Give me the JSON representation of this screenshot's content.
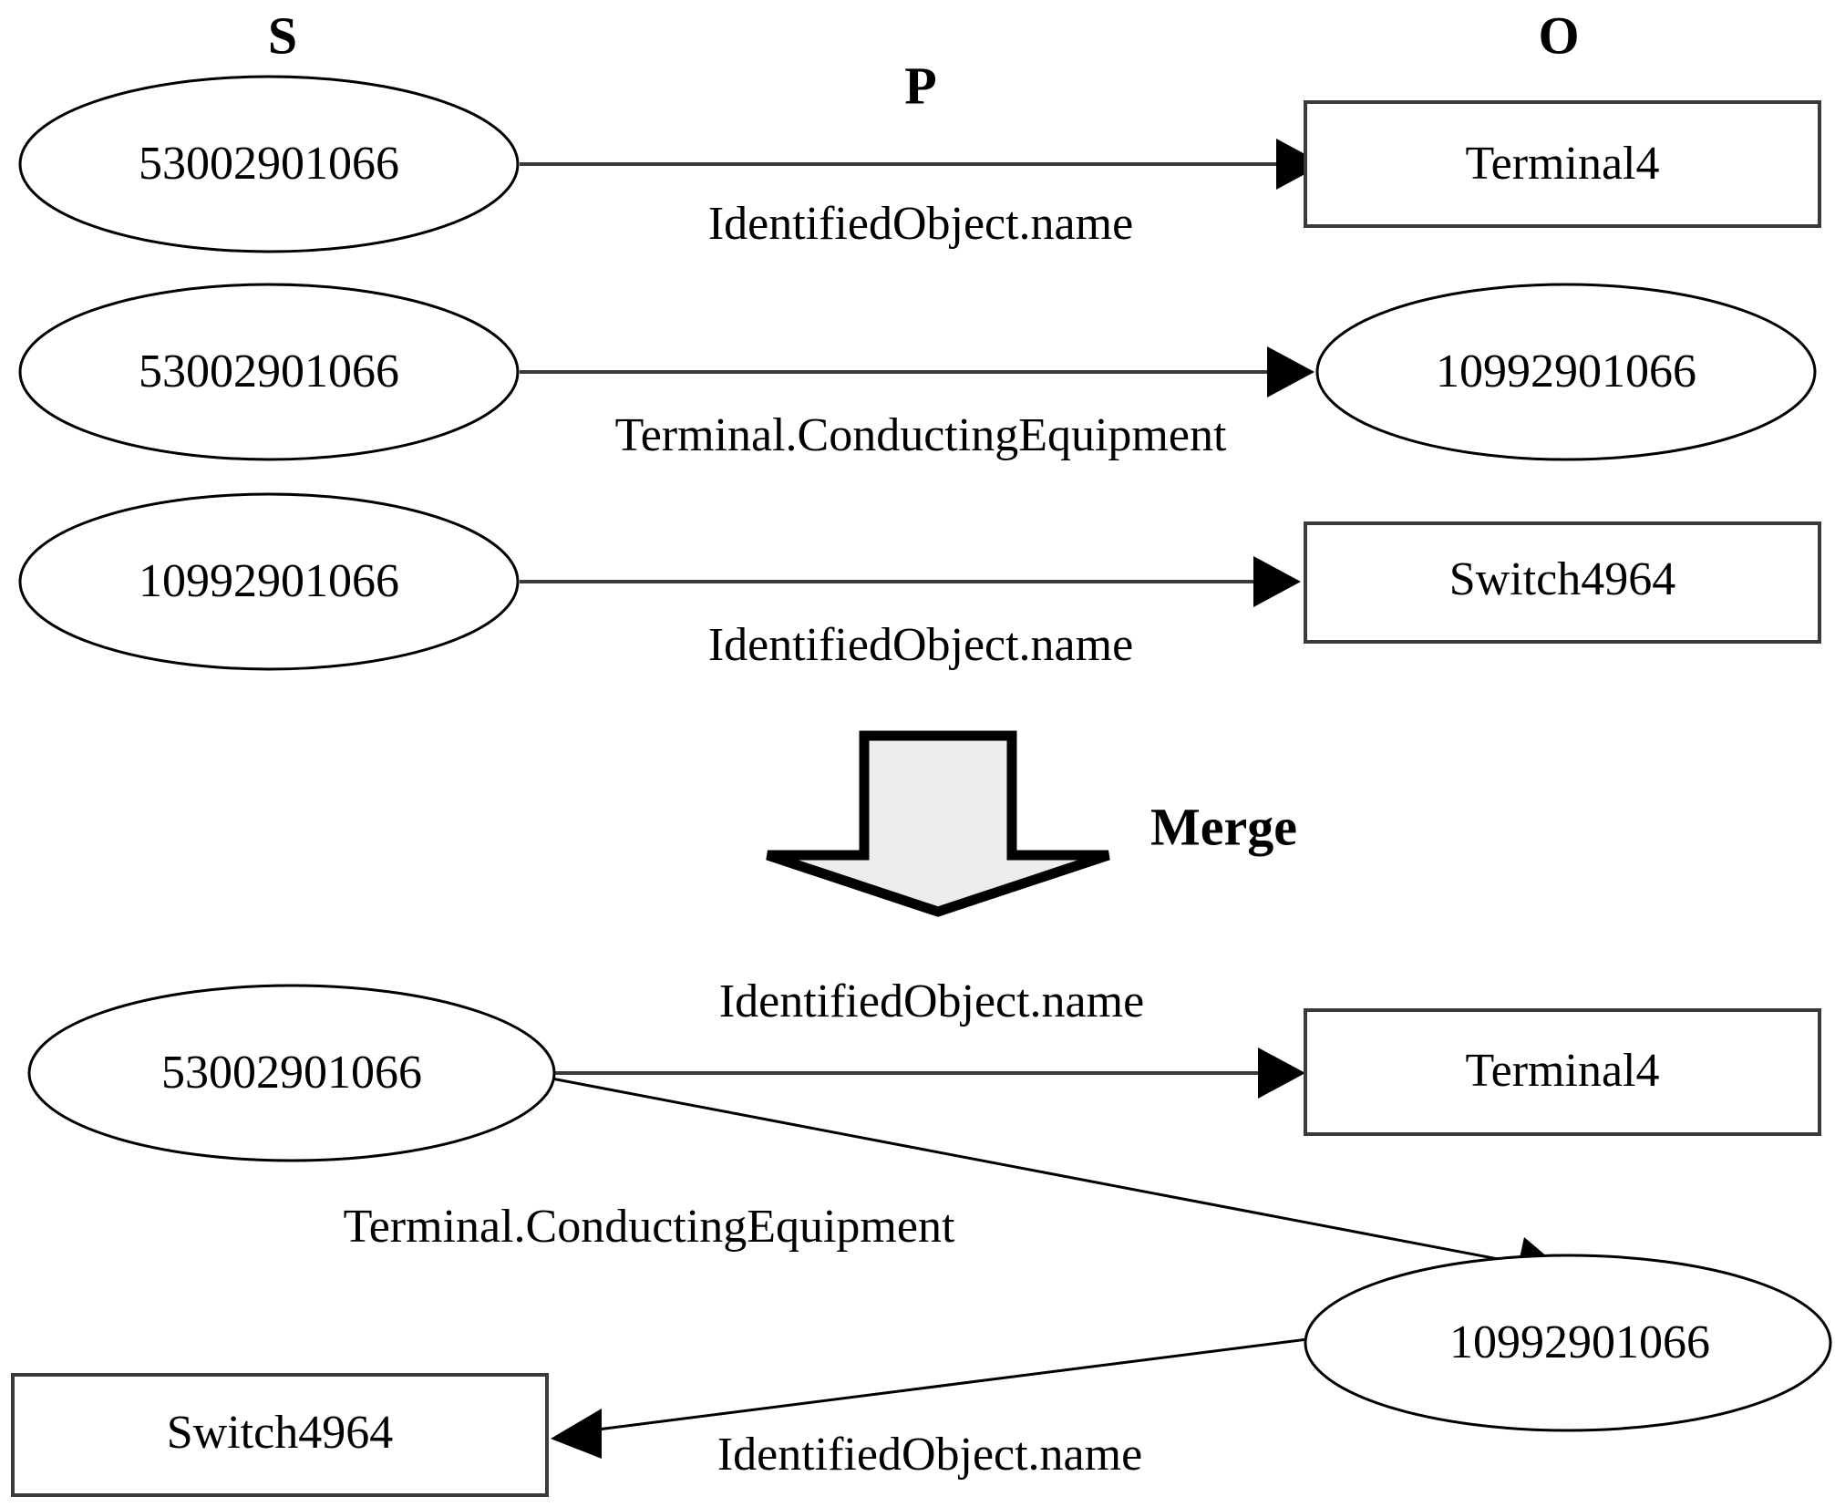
{
  "figure": {
    "type": "rdf-triple-merge-diagram",
    "background_color": "#ffffff",
    "line_color": "#3a3a3a",
    "merge_arrow_fill": "#ececec",
    "merge_arrow_stroke": "#000000"
  },
  "column_headers": {
    "subject": "S",
    "predicate": "P",
    "object": "O"
  },
  "merge": {
    "label": "Merge",
    "icon": "down-arrow-icon"
  },
  "top_section": {
    "triples": [
      {
        "subject": "53002901066",
        "subject_shape": "ellipse",
        "predicate": "IdentifiedObject.name",
        "object": "Terminal4",
        "object_shape": "rectangle"
      },
      {
        "subject": "53002901066",
        "subject_shape": "ellipse",
        "predicate": "Terminal.ConductingEquipment",
        "object": "10992901066",
        "object_shape": "ellipse"
      },
      {
        "subject": "10992901066",
        "subject_shape": "ellipse",
        "predicate": "IdentifiedObject.name",
        "object": "Switch4964",
        "object_shape": "rectangle"
      }
    ]
  },
  "bottom_section": {
    "nodes": [
      {
        "id": "n1",
        "label": "53002901066",
        "shape": "ellipse"
      },
      {
        "id": "n2",
        "label": "Terminal4",
        "shape": "rectangle"
      },
      {
        "id": "n3",
        "label": "10992901066",
        "shape": "ellipse"
      },
      {
        "id": "n4",
        "label": "Switch4964",
        "shape": "rectangle"
      }
    ],
    "edges": [
      {
        "from": "n1",
        "to": "n2",
        "label": "IdentifiedObject.name"
      },
      {
        "from": "n1",
        "to": "n3",
        "label": "Terminal.ConductingEquipment"
      },
      {
        "from": "n3",
        "to": "n4",
        "label": "IdentifiedObject.name"
      }
    ]
  }
}
